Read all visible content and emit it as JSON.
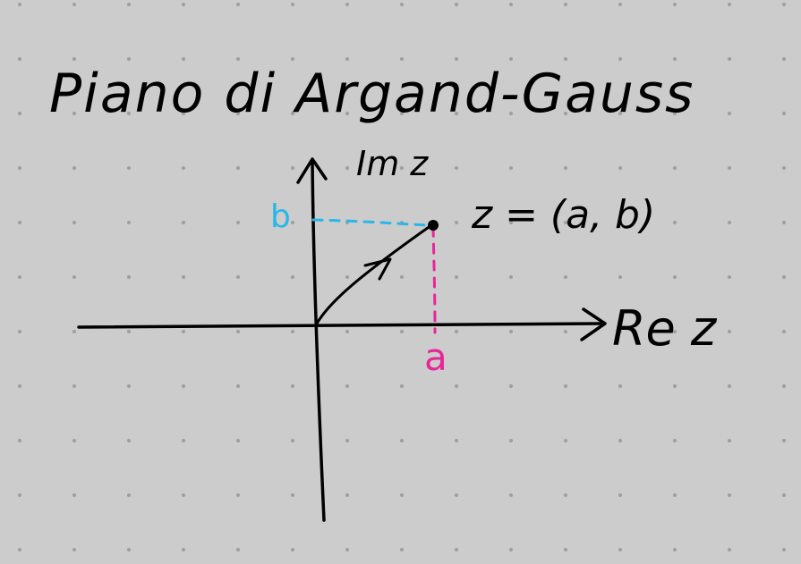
{
  "title": "Piano di Argand-Gauss",
  "axes": {
    "imaginary_label": "Im z",
    "real_label": "Re z"
  },
  "point": {
    "label": "z = (a, b)",
    "real_part_label": "a",
    "imaginary_part_label": "b"
  },
  "colors": {
    "background": "#cccccc",
    "grid_dot": "#9e9e9e",
    "ink": "#000000",
    "imaginary_projection": "#29b6e8",
    "real_projection": "#e8259b"
  }
}
